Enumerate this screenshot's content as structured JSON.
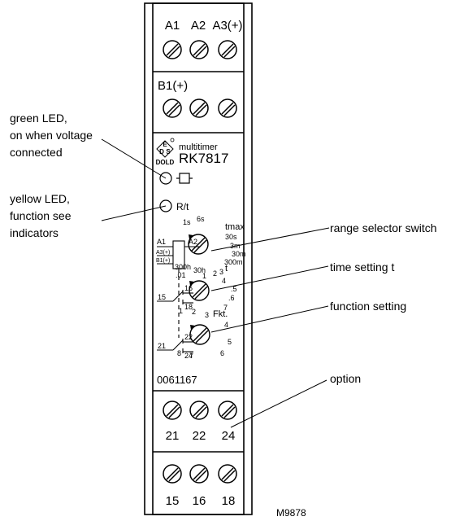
{
  "device": {
    "brand": "DOLD",
    "series": "multitimer",
    "model": "RK7817",
    "serial": "0061167",
    "led_label": "R/t",
    "logo_letters": [
      "E",
      "D",
      "S"
    ]
  },
  "terminals": {
    "top_row1": [
      "A1",
      "A2",
      "A3(+)"
    ],
    "top_row2": [
      "B1(+)"
    ],
    "bottom_row1": [
      "21",
      "22",
      "24"
    ],
    "bottom_row2": [
      "15",
      "16",
      "18"
    ]
  },
  "dials": {
    "range": {
      "header": "tmax",
      "labels": [
        "1s",
        "6s",
        "30s",
        "3m",
        "30m",
        "300m",
        "30h",
        "300h"
      ]
    },
    "time": {
      "header": "t",
      "labels": [
        ".01",
        "1",
        "2",
        "3",
        "4",
        ".5",
        ".6",
        "7"
      ]
    },
    "function": {
      "header": "Fkt.",
      "labels": [
        "1",
        "2",
        "3",
        "4",
        "5",
        "6",
        "7",
        "8"
      ]
    }
  },
  "schematic": {
    "labels": [
      "A1",
      "A2",
      "A3(+)",
      "B1(+)",
      "15",
      "16",
      "18",
      "21",
      "22",
      "24"
    ]
  },
  "annotations": {
    "green_led": [
      "green LED,",
      "on when voltage",
      "connected"
    ],
    "yellow_led": [
      "yellow LED,",
      "function see",
      "indicators"
    ],
    "range_selector": "range selector switch",
    "time_setting": "time setting t",
    "function_setting": "function setting",
    "option": "option"
  },
  "figure_id": "M9878"
}
